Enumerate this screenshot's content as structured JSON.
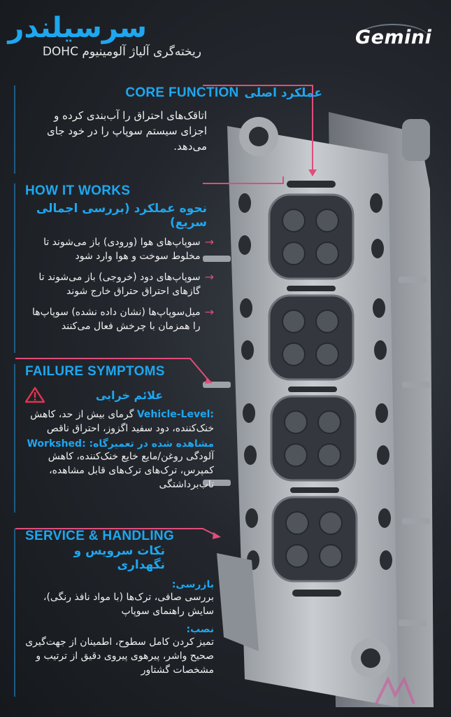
{
  "header": {
    "title": "سرسیلندر",
    "subtitle": "ریخته‌گری آلیاژ آلومینیوم DOHC",
    "logo": "Gemini"
  },
  "core_function": {
    "title_en": "CORE FUNCTION",
    "title_fa": "عملکرد اصلی",
    "text": "اتاقک‌های احتراق را آب‌بندی کرده و اجزای سیستم سوپاپ را در خود جای می‌دهد."
  },
  "how_it_works": {
    "title_en": "HOW IT WORKS",
    "title_fa": "نحوه عملکرد (بررسی اجمالی سریع)",
    "items": [
      "سوپاپ‌های هوا (ورودی) باز می‌شوند تا مخلوط سوخت و هوا وارد شود",
      "سوپاپ‌های دود (خروجی) باز می‌شوند تا گازهای احتراق حتراق خارج شوند",
      "میل‌سوپاپ‌ها (نشان داده نشده) سوپاپ‌ها را همزمان با چرخش فعال می‌کنند"
    ]
  },
  "failure": {
    "title_en": "FAILURE SYMPTOMS",
    "title_fa": "علائم خرابی",
    "vehicle_label": "Vehicle-Level:",
    "vehicle_text": "گرمای بیش از حد، کاهش خنک‌کننده، دود سفید اگزوز، احتراق ناقص",
    "workshop_label": "مشاهده شده در تعمیرگاه: :Workshed",
    "workshop_text": "آلودگی روغن/مایع خایع خنک‌کننده، کاهش کمپرس، ترک‌های ترک‌های قابل مشاهده، تاب‌برداشتگی"
  },
  "service": {
    "title_en": "SERVICE & HANDLING",
    "title_fa": "نکات سرویس و نگهداری",
    "inspect_label": "بازرسی:",
    "inspect_text": "بررسی صافی، ترک‌ها (با مواد نافذ رنگی)، سایش راهنمای سوپاپ",
    "install_label": "نصب:",
    "install_text": "تمیز کردن کامل سطوح، اطمینان از جهت‌گیری صحیح واشر، پیرهوی پیروی دقیق از ترتیب و مشخصات گشتاور"
  },
  "colors": {
    "accent_blue": "#1ea7f0",
    "accent_pink": "#e04d7a",
    "warning_red": "#e0344f"
  }
}
